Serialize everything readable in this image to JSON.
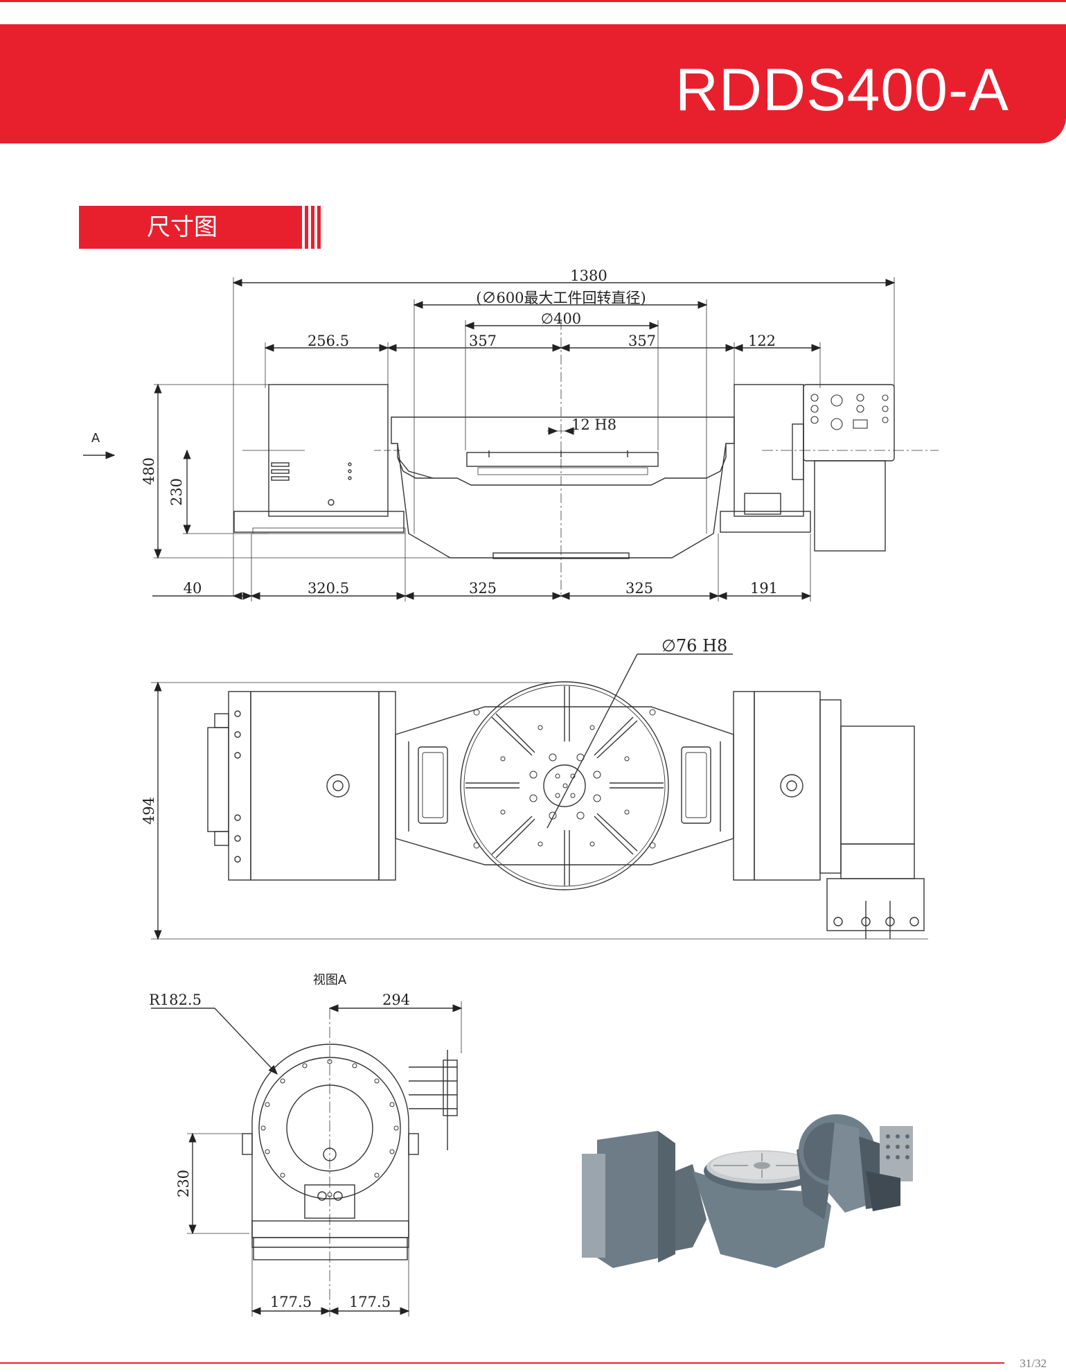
{
  "header": {
    "model": "RDDS400-A"
  },
  "section": {
    "title": "尺寸图"
  },
  "front_view": {
    "overall": "1380",
    "max_swing": "(∅600最大工件回转直径)",
    "table_dia": "∅400",
    "left_offset": "256.5",
    "half_left": "357",
    "half_right": "357",
    "right_offset": "122",
    "slot": "12 H8",
    "height": "480",
    "center_height": "230",
    "view_arrow": "A",
    "bottom": [
      "40",
      "320.5",
      "325",
      "325",
      "191"
    ]
  },
  "top_view": {
    "bore": "∅76 H8",
    "depth": "494"
  },
  "side_view": {
    "title": "视图A",
    "radius": "R182.5",
    "offset": "294",
    "center_height": "230",
    "half_left": "177.5",
    "half_right": "177.5"
  },
  "footer": {
    "page": "31/32"
  },
  "colors": {
    "brand_red": "#e8202e",
    "machine_gray": "#6f7f8a"
  }
}
